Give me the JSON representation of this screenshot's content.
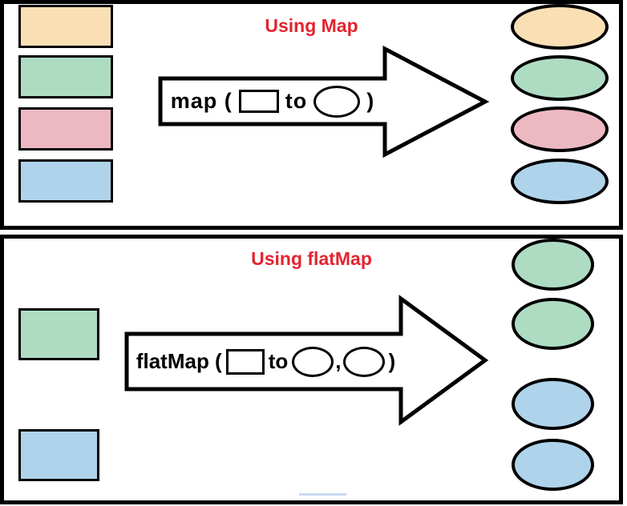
{
  "colors": {
    "orange": "#FBDFB4",
    "green": "#AEDCC2",
    "pink": "#ECB9C3",
    "blue": "#AFD3EB",
    "title_red": "#E32430",
    "footer_line_blue": "#C9D8F0",
    "outline_black": "#000000"
  },
  "top_panel": {
    "title": "Using Map",
    "arrow_label": {
      "prefix": "map (",
      "connector": "to",
      "suffix": ")"
    },
    "input_rectangles": [
      "orange",
      "green",
      "pink",
      "blue"
    ],
    "output_ellipses": [
      "orange",
      "green",
      "pink",
      "blue"
    ]
  },
  "bottom_panel": {
    "title": "Using flatMap",
    "arrow_label": {
      "prefix": "flatMap (",
      "connector": "to",
      "comma": ",",
      "suffix": ")"
    },
    "input_rectangles": [
      "green",
      "blue"
    ],
    "output_ellipses": [
      "green",
      "green",
      "blue",
      "blue"
    ]
  }
}
